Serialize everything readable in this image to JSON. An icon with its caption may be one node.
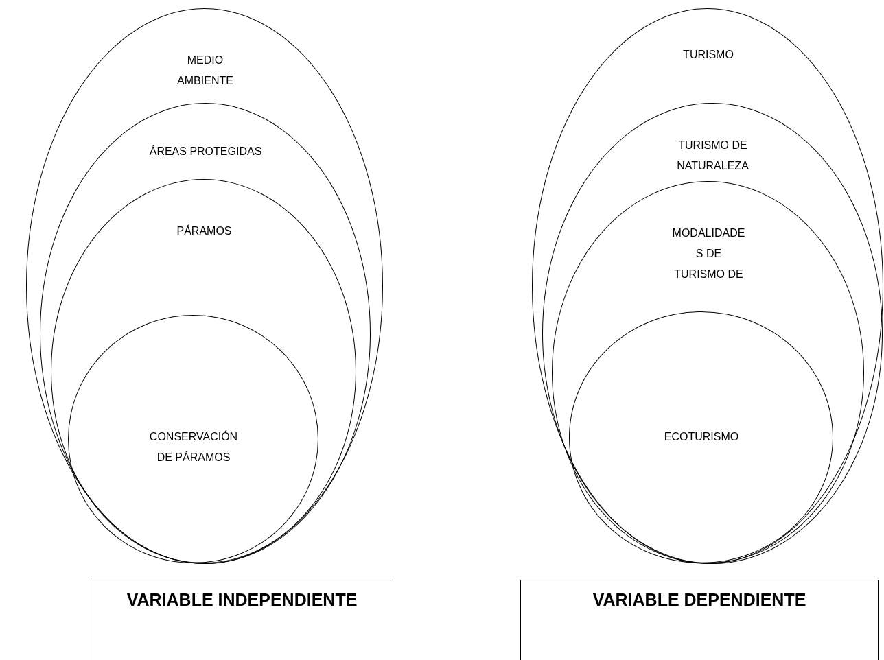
{
  "diagram": {
    "nodes": [
      {
        "text": [
          "MEDIO AMBIENTE"
        ]
      },
      {
        "text": [
          "ÁREAS PROTEGIDAS"
        ],
        "in": 0
      },
      {
        "text": [
          "PÁRAMOS"
        ],
        "in": 1
      },
      {
        "text": [
          "CONSERVACIÓN DE PÁRAMOS"
        ],
        "in": 2
      },
      {
        "text": [
          "TURISMO"
        ]
      },
      {
        "text": [
          "TURISMO DE NATURALEZA"
        ],
        "in": 4
      },
      {
        "text": [
          "MODALIDADE S DE TURISMO DE"
        ],
        "in": 5
      },
      {
        "text": [
          "ECOTURISMO"
        ],
        "in": 6
      },
      {
        "text": [
          "VARIABLE INDEPENDIENTE"
        ]
      },
      {
        "text": [
          "VARIABLE DEPENDIENTE"
        ]
      }
    ]
  }
}
